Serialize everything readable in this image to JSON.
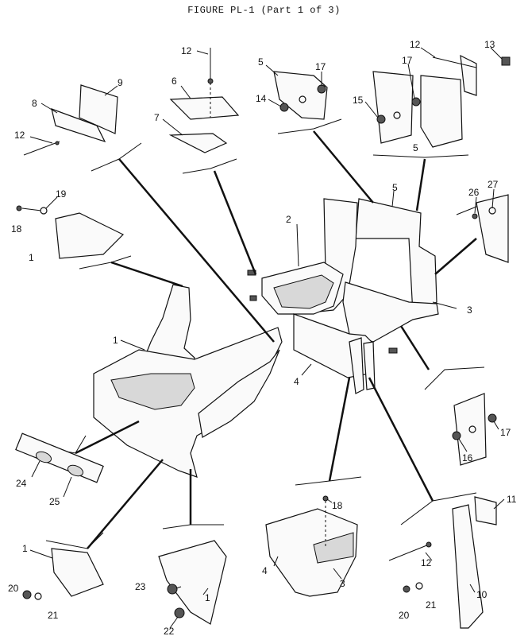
{
  "figure": {
    "title": "FIGURE PL-1 (Part 1 of 3)"
  },
  "callouts": [
    {
      "id": "c12a",
      "text": "12"
    },
    {
      "id": "c5a",
      "text": "5"
    },
    {
      "id": "c17a",
      "text": "17"
    },
    {
      "id": "c14",
      "text": "14"
    },
    {
      "id": "c12b",
      "text": "12"
    },
    {
      "id": "c13",
      "text": "13"
    },
    {
      "id": "c17b",
      "text": "17"
    },
    {
      "id": "c15",
      "text": "15"
    },
    {
      "id": "c5b",
      "text": "5"
    },
    {
      "id": "c9",
      "text": "9"
    },
    {
      "id": "c8",
      "text": "8"
    },
    {
      "id": "c12c",
      "text": "12"
    },
    {
      "id": "c6",
      "text": "6"
    },
    {
      "id": "c7",
      "text": "7"
    },
    {
      "id": "c19",
      "text": "19"
    },
    {
      "id": "c18a",
      "text": "18"
    },
    {
      "id": "c1a",
      "text": "1"
    },
    {
      "id": "c2",
      "text": "2"
    },
    {
      "id": "c5c",
      "text": "5"
    },
    {
      "id": "c26",
      "text": "26"
    },
    {
      "id": "c27",
      "text": "27"
    },
    {
      "id": "c3a",
      "text": "3"
    },
    {
      "id": "c1b",
      "text": "1"
    },
    {
      "id": "c4a",
      "text": "4"
    },
    {
      "id": "c17c",
      "text": "17"
    },
    {
      "id": "c16",
      "text": "16"
    },
    {
      "id": "c24",
      "text": "24"
    },
    {
      "id": "c25",
      "text": "25"
    },
    {
      "id": "c18b",
      "text": "18"
    },
    {
      "id": "c11",
      "text": "11"
    },
    {
      "id": "c1c",
      "text": "1"
    },
    {
      "id": "c20a",
      "text": "20"
    },
    {
      "id": "c21a",
      "text": "21"
    },
    {
      "id": "c23",
      "text": "23"
    },
    {
      "id": "c1d",
      "text": "1"
    },
    {
      "id": "c22",
      "text": "22"
    },
    {
      "id": "c4b",
      "text": "4"
    },
    {
      "id": "c3b",
      "text": "3"
    },
    {
      "id": "c12d",
      "text": "12"
    },
    {
      "id": "c10",
      "text": "10"
    },
    {
      "id": "c20b",
      "text": "20"
    },
    {
      "id": "c21b",
      "text": "21"
    }
  ]
}
